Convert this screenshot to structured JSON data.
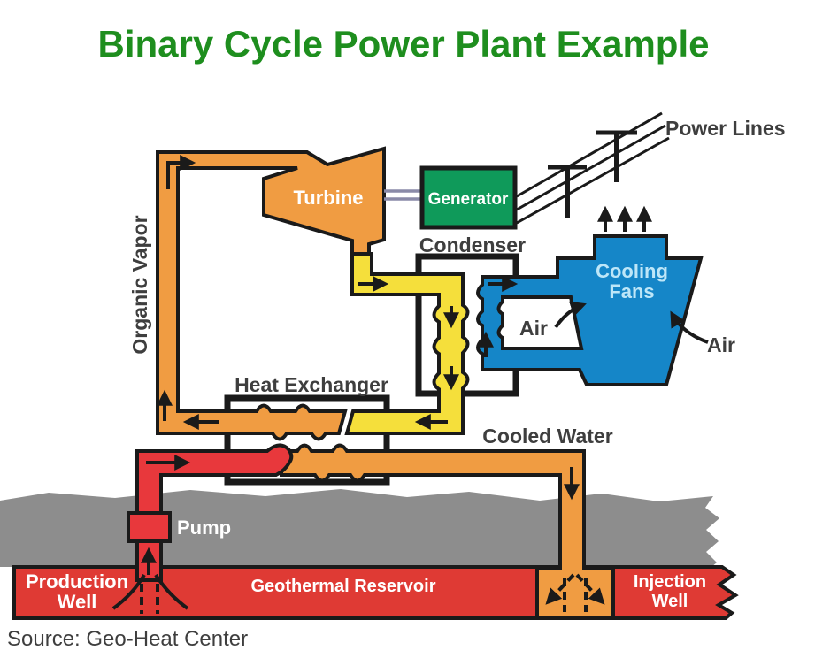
{
  "title": "Binary Cycle Power Plant Example",
  "source": "Source: Geo-Heat Center",
  "labels": {
    "turbine": "Turbine",
    "generator": "Generator",
    "condenser": "Condenser",
    "cooling_fans_line1": "Cooling",
    "cooling_fans_line2": "Fans",
    "power_lines": "Power Lines",
    "air": "Air",
    "organic_vapor": "Organic Vapor",
    "heat_exchanger": "Heat Exchanger",
    "cooled_water": "Cooled Water",
    "pump": "Pump",
    "production_well_line1": "Production",
    "production_well_line2": "Well",
    "geothermal_reservoir": "Geothermal Reservoir",
    "injection_well_line1": "Injection",
    "injection_well_line2": "Well"
  },
  "colors": {
    "title_green": "#1E8E1E",
    "generator_green": "#0F9A5A",
    "pipe_orange": "#F09C42",
    "pipe_yellow": "#F5DF3B",
    "pipe_red": "#E8383C",
    "cooling_blue": "#1586C8",
    "cooling_fans_text": "#BDE6F8",
    "ground_gray": "#8D8D8D",
    "reservoir_red": "#DF3A34",
    "outline_black": "#1A1A1A",
    "label_gray": "#3E3E3E",
    "shaft_gray": "#8A8AA8"
  }
}
